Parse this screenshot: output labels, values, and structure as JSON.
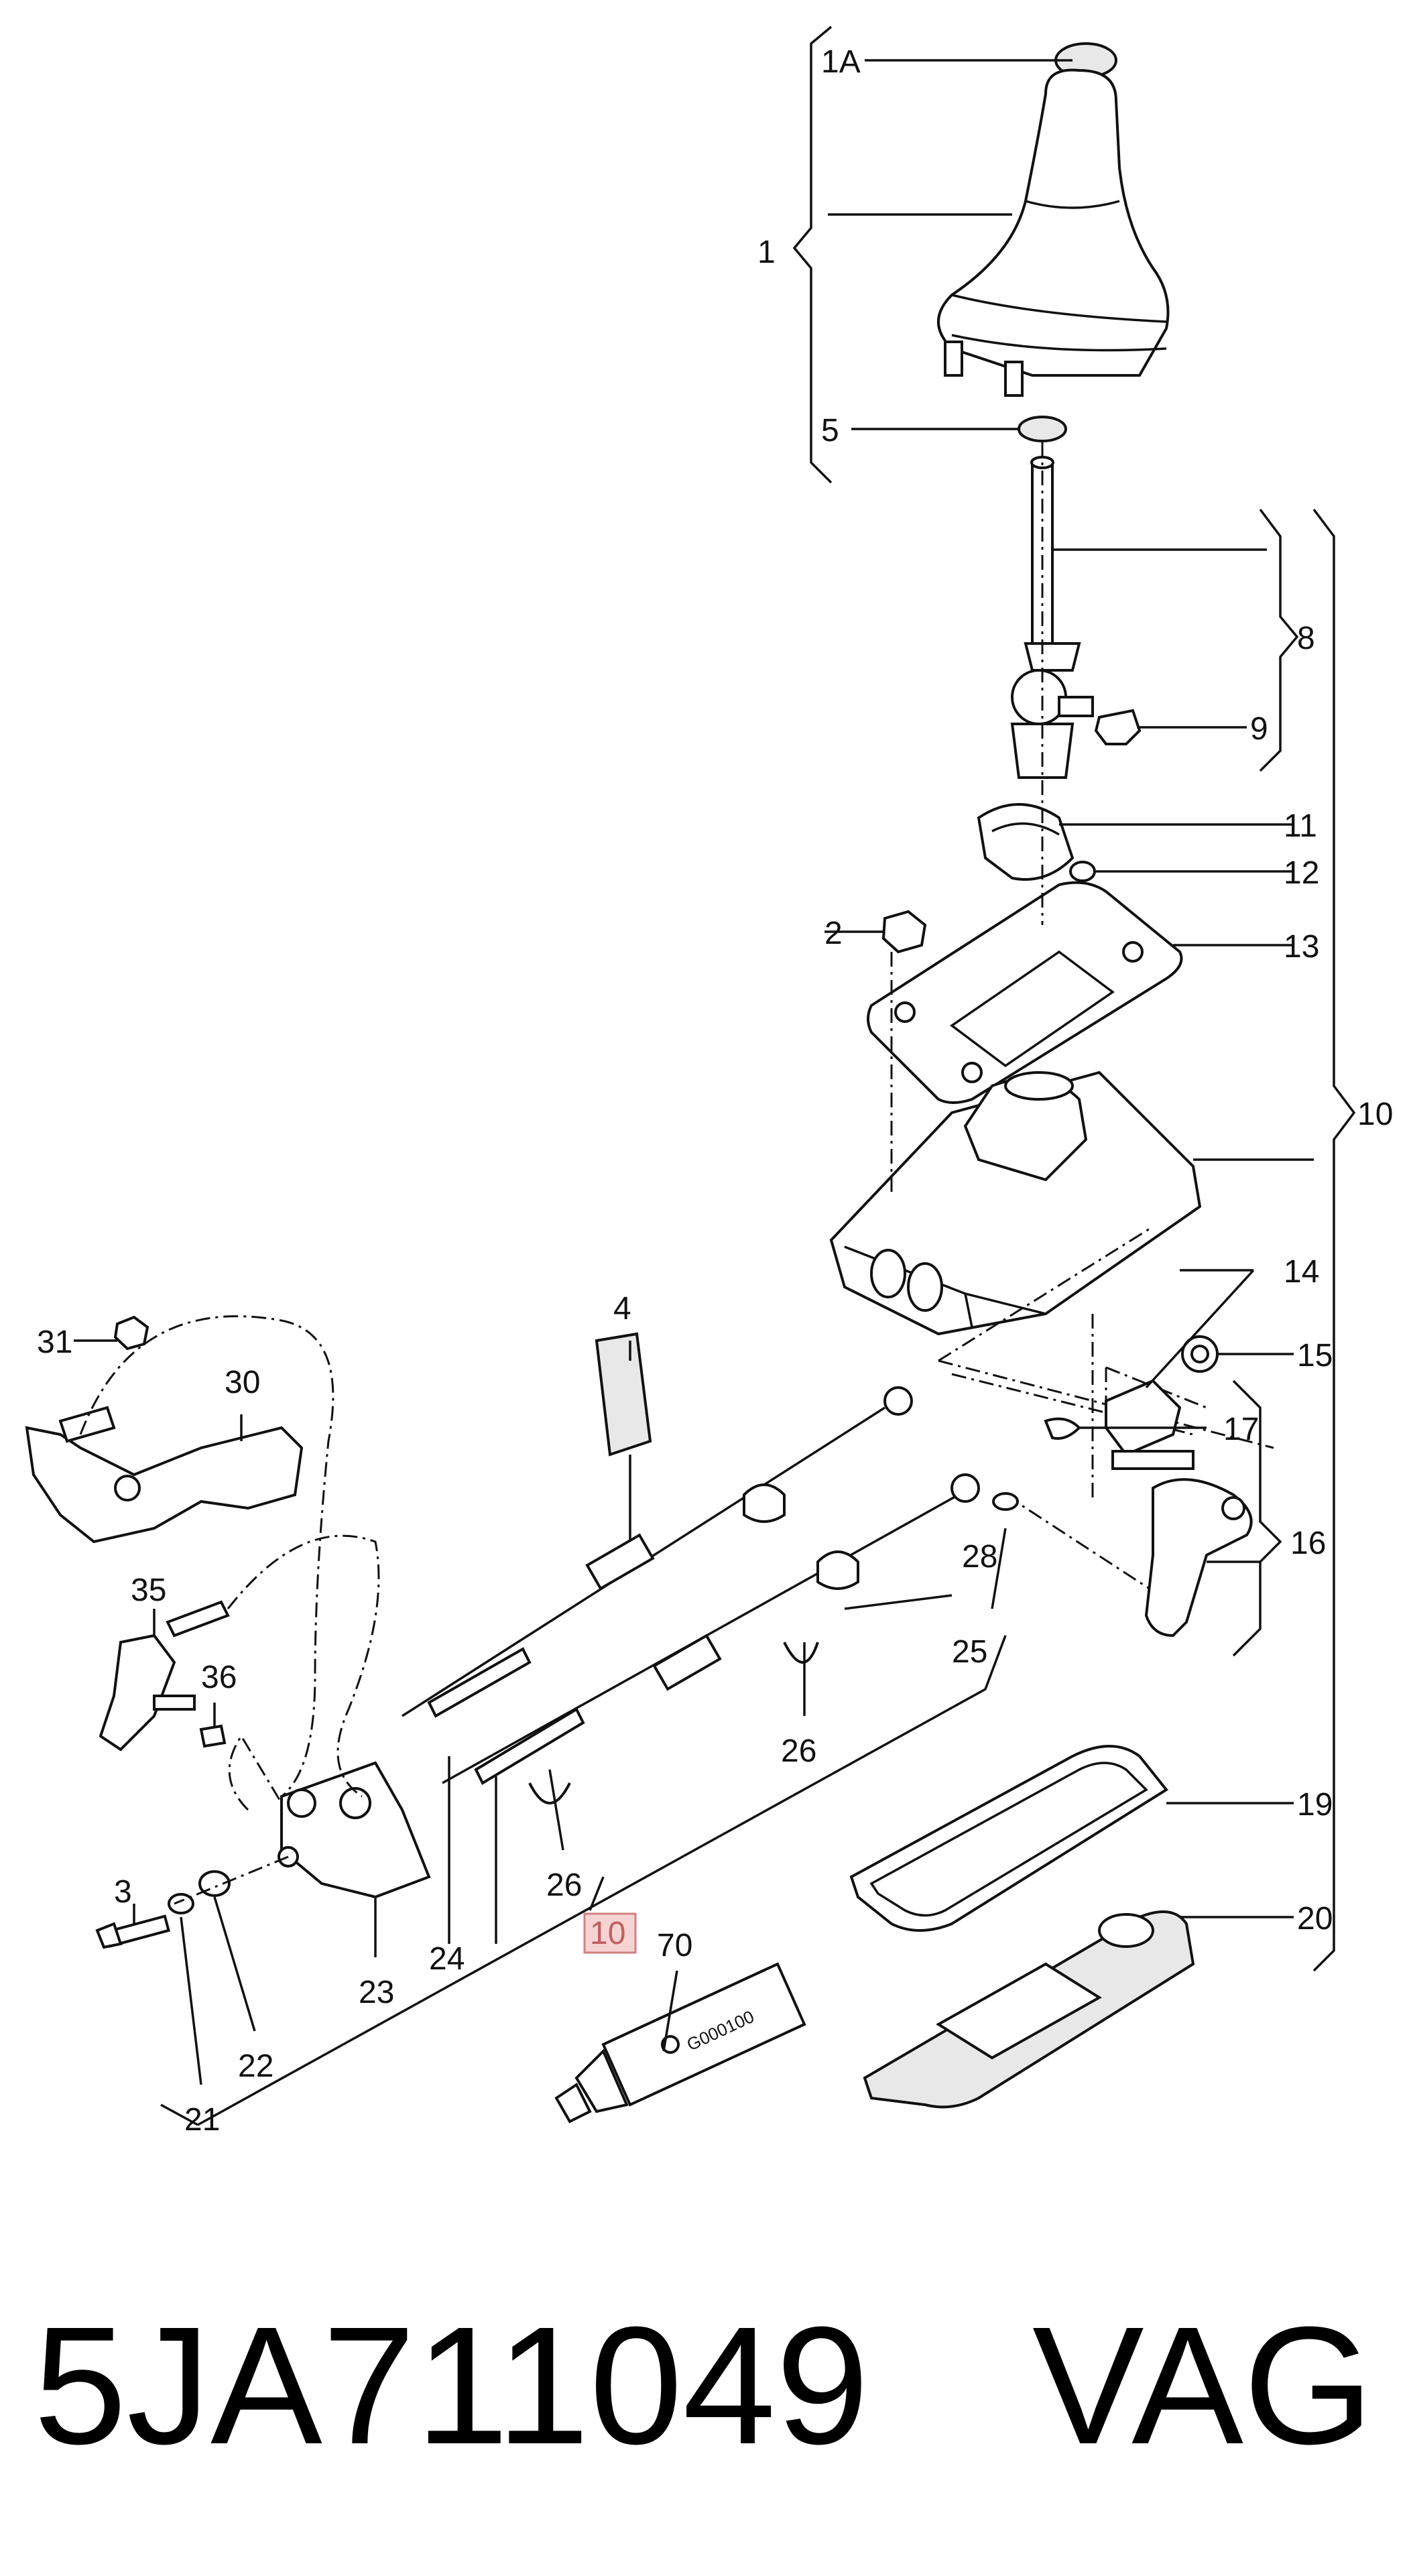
{
  "labels": {
    "l1": "1",
    "l1A": "1A",
    "l2": "2",
    "l3": "3",
    "l4": "4",
    "l5": "5",
    "l8": "8",
    "l9": "9",
    "l10": "10",
    "l10b": "10",
    "l11": "11",
    "l12": "12",
    "l13": "13",
    "l14": "14",
    "l15": "15",
    "l16": "16",
    "l17": "17",
    "l19": "19",
    "l20": "20",
    "l21": "21",
    "l22": "22",
    "l23": "23",
    "l24": "24",
    "l25": "25",
    "l26a": "26",
    "l26b": "26",
    "l28": "28",
    "l30": "30",
    "l31": "31",
    "l35": "35",
    "l36": "36",
    "l70": "70"
  },
  "tube_text": "G000100",
  "footer": {
    "part_number": "5JA711049",
    "brand": "VAG"
  },
  "highlight_color": "#f6d3d3"
}
